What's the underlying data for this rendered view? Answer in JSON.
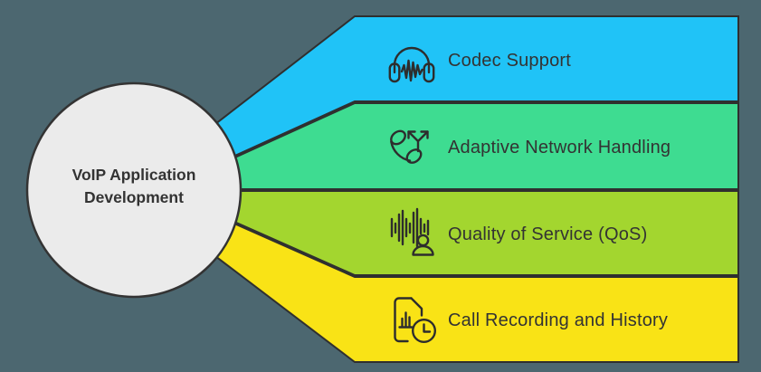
{
  "diagram": {
    "background_color": "#4c6770",
    "outline_color": "#2f2f2f",
    "text_color": "#333333",
    "center": {
      "title_line1": "VoIP Application",
      "title_line2": "Development",
      "fill_color": "#ebebeb"
    },
    "branches": [
      {
        "label": "Codec Support",
        "color": "#20c3f7",
        "icon": "headphones-waveform-icon"
      },
      {
        "label": "Adaptive Network Handling",
        "color": "#3edc91",
        "icon": "phone-split-arrows-icon"
      },
      {
        "label": "Quality of Service (QoS)",
        "color": "#a3d62f",
        "icon": "equalizer-person-icon"
      },
      {
        "label": "Call Recording and History",
        "color": "#f9e316",
        "icon": "document-clock-icon"
      }
    ]
  }
}
